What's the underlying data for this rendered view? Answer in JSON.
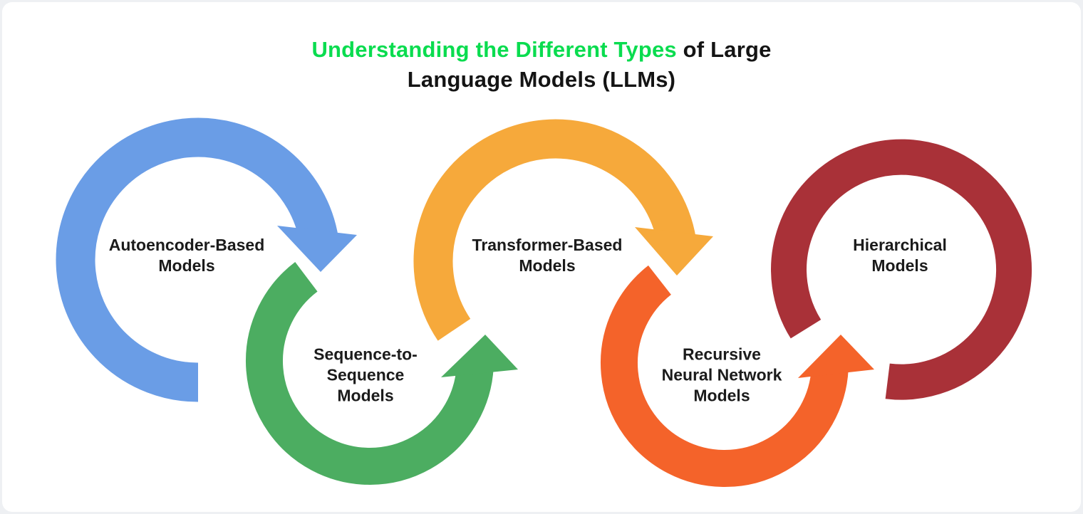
{
  "page": {
    "background_color": "#eef0f3",
    "card_color": "#ffffff"
  },
  "title": {
    "highlight": "Understanding the Different Types",
    "suffix": " of Large",
    "line2": "Language Models (LLMs)",
    "highlight_color": "#0ADC4F",
    "text_color": "#141414"
  },
  "diagram": {
    "type": "interlocking-cycle-chain",
    "items": [
      {
        "id": "autoencoder",
        "label_lines": [
          "Autoencoder-Based",
          "Models"
        ],
        "color": "#6A9DE6",
        "shape": "circular-arrow-clockwise"
      },
      {
        "id": "sequence-to-sequence",
        "label_lines": [
          "Sequence-to-",
          "Sequence",
          "Models"
        ],
        "color": "#4CAD61",
        "shape": "circular-arrow-counterclockwise"
      },
      {
        "id": "transformer",
        "label_lines": [
          "Transformer-Based",
          "Models"
        ],
        "color": "#F6A93B",
        "shape": "circular-arrow-clockwise"
      },
      {
        "id": "recursive-neural-network",
        "label_lines": [
          "Recursive",
          "Neural Network",
          "Models"
        ],
        "color": "#F4632A",
        "shape": "circular-arrow-counterclockwise"
      },
      {
        "id": "hierarchical",
        "label_lines": [
          "Hierarchical",
          "Models"
        ],
        "color": "#A93138",
        "shape": "open-ring"
      }
    ]
  }
}
